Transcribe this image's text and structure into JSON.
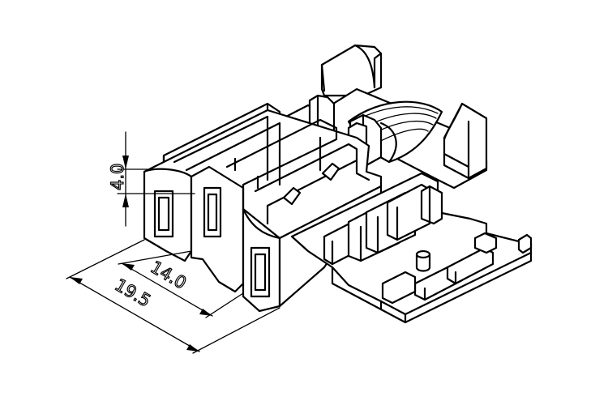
{
  "dimensions": {
    "height": "4.0",
    "inner_width": "14.0",
    "overall_width": "19.5"
  }
}
